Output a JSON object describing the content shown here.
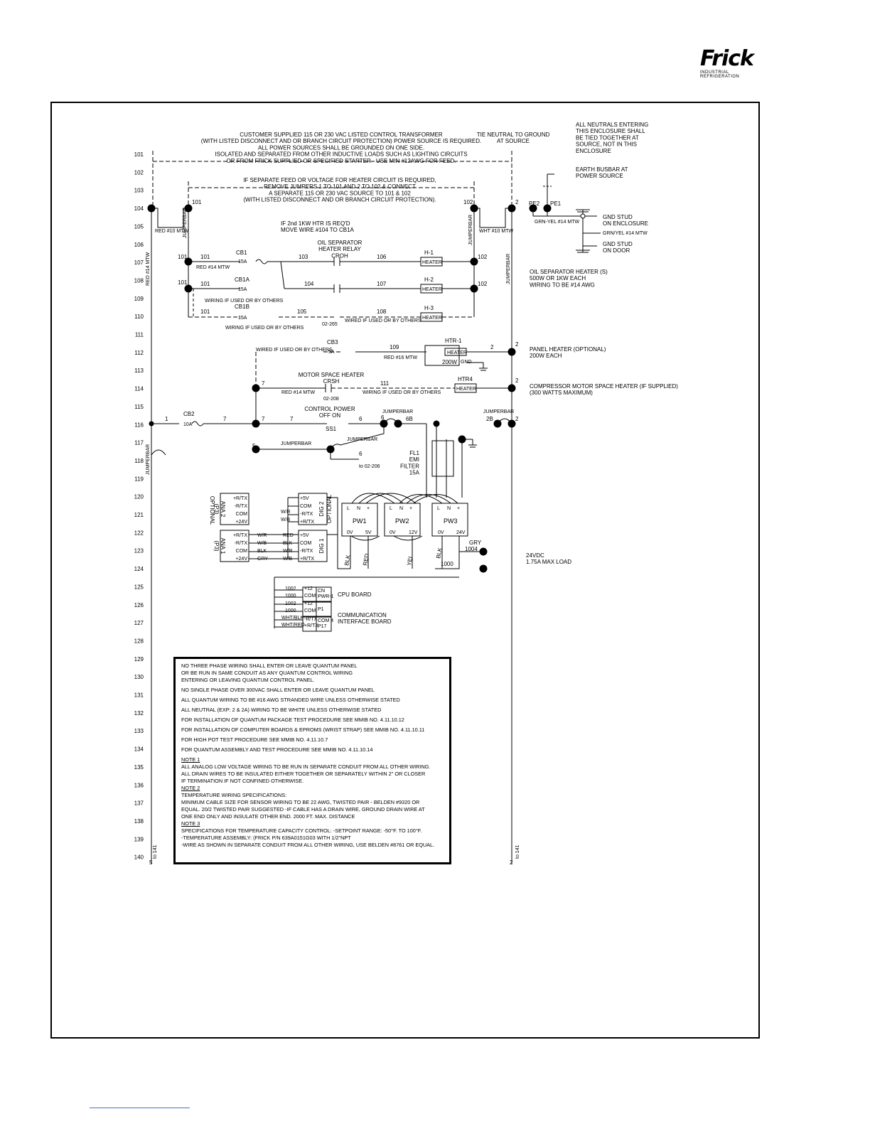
{
  "brand": {
    "name": "Frick",
    "tagline": "INDUSTRIAL REFRIGERATION"
  },
  "row_numbers": [
    "101",
    "102",
    "103",
    "104",
    "105",
    "106",
    "107",
    "108",
    "109",
    "110",
    "111",
    "112",
    "113",
    "114",
    "115",
    "116",
    "117",
    "118",
    "119",
    "120",
    "121",
    "122",
    "123",
    "124",
    "125",
    "126",
    "127",
    "128",
    "129",
    "130",
    "131",
    "132",
    "133",
    "134",
    "135",
    "136",
    "137",
    "138",
    "139",
    "140"
  ],
  "header_notes": {
    "customer_supplied": "CUSTOMER SUPPLIED 115 OR 230 VAC LISTED CONTROL TRANSFORMER\n(WITH LISTED DISCONNECT AND OR BRANCH CIRCUIT PROTECTION) POWER SOURCE IS REQUIRED.\nALL POWER SOURCES SHALL BE GROUNDED ON ONE SIDE.\nISOLATED AND SEPARATED FROM OTHER INDUCTIVE LOADS SUCH AS LIGHTING CIRCUITS\nOR FROM FRICK SUPPLIED OR SPECIFIED STARTER - USE MIN #12AWG FOR FEED.",
    "tie_neutral": "TIE NEUTRAL TO GROUND\nAT SOURCE",
    "all_neutrals": "ALL NEUTRALS ENTERING\nTHIS ENCLOSURE SHALL\nBE TIED TOGETHER AT\nSOURCE, NOT IN THIS\nENCLOSURE",
    "earth_busbar": "EARTH BUSBAR AT\nPOWER SOURCE",
    "separate_feed": "IF SEPARATE FEED OR VOLTAGE FOR HEATER CIRCUIT IS REQUIRED,\nREMOVE JUMPERS 1 TO 101 AND 2 TO 102 & CONNECT\nA SEPARATE 115 OR 230 VAC SOURCE TO 101 & 102\n(WITH LISTED DISCONNECT AND OR BRANCH CIRCUIT PROTECTION)."
  },
  "ground_labels": {
    "pe2": "PE2",
    "pe1": "PE1",
    "grn_yel": "GRN-YEL #14 MTW",
    "gnd_stud_enclosure": "GND STUD\nON ENCLOSURE",
    "grn_yel2": "GRN/YEL #14 MTW",
    "gnd_stud_door": "GND STUD\nON DOOR"
  },
  "wire_labels": {
    "red10": "RED #10 MTW",
    "wht10": "WHT #10 MTW",
    "red14": "RED #14 MTW",
    "red14v": "RED #14 MTW",
    "jumperbar": "JUMPERBAR",
    "red16": "RED #16 MTW",
    "wiring_others": "WIRING IF USED OR BY OTHERS",
    "wired_others": "WIRED IF USED OR BY OTHERS"
  },
  "heater_section": {
    "cb1a_note": "IF 2nd 1KW HTR IS REQ'D\nMOVE WIRE #104 TO CB1A",
    "oil_relay": "OIL SEPARATOR\nHEATER RELAY\nCROH",
    "cb1": "CB1",
    "cb1a": "CB1A",
    "cb1b": "CB1B",
    "amp15": "15A",
    "amp5": "5A",
    "amp10": "10A",
    "h1": "H-1",
    "h2": "H-2",
    "h3": "H-3",
    "heater": "HEATER",
    "oil_heaters": "OIL SEPARATOR HEATER (S)\n500W OR 1KW EACH\nWIRING TO BE #14 AWG",
    "ref_02_265": "02-265",
    "cb3": "CB3",
    "htr1": "HTR-1",
    "watt200": "200W",
    "gnd": "GND",
    "panel_heater": "PANEL HEATER (OPTIONAL)\n200W EACH",
    "motor_space": "MOTOR SPACE HEATER\nCRSH",
    "ref_02_208": "02-208",
    "htr4": "HTR4",
    "compressor_heater": "COMPRESSOR MOTOR SPACE HEATER (IF SUPPLIED)\n(300 WATTS MAXIMUM)"
  },
  "wire_numbers": {
    "w1": "1",
    "w2": "2",
    "w5": "5",
    "w6": "6",
    "w6b": "6B",
    "w7": "7",
    "w2b": "2B",
    "w101": "101",
    "w102": "102",
    "w103": "103",
    "w104": "104",
    "w105": "105",
    "w106": "106",
    "w107": "107",
    "w108": "108",
    "w109": "109",
    "w111": "111",
    "w1000": "1000",
    "w1002": "1002",
    "w1004": "1004"
  },
  "control_section": {
    "cb2": "CB2",
    "control_power": "CONTROL POWER\nOFF    ON",
    "ss1": "SS1",
    "to_02_206": "to 02-206",
    "fl1": "FL1\nEMI\nFILTER\n15A",
    "pw1": "PW1",
    "pw2": "PW2",
    "pw3": "PW3",
    "terms": [
      "L",
      "N",
      "+"
    ],
    "out_0v": "0V",
    "out_5v": "5V",
    "out_12v": "12V",
    "out_24v": "24V",
    "blk": "BLK",
    "red": "RED",
    "yel": "YEL",
    "gry": "GRY",
    "dc24": "24VDC\n1.75A MAX LOAD"
  },
  "io_boards": {
    "optional": "OPTIONAL",
    "ana2": "ANA 2\n(P3)",
    "ana1": "ANA 1\n(P3)",
    "dig2": "DIG 2",
    "dig1": "DIG 1",
    "ana_pins": [
      "+R/TX",
      "-R/TX",
      "COM",
      "+24V"
    ],
    "dig_pins": [
      "+5V",
      "COM",
      "-R/TX",
      "+R/TX"
    ],
    "cable_cols": [
      "W/R",
      "W/B",
      "BLK",
      "GRY"
    ],
    "cable_cols2": [
      "RED",
      "BLK",
      "W/R",
      "W/B"
    ]
  },
  "cpu_section": {
    "cpu_board": "CPU BOARD",
    "comm_board": "COMMUNICATION\nINTERFACE BOARD",
    "cn_pwr1": "CN\nPWR-1",
    "p1": "P1",
    "com4": "COM 4\nP17",
    "pins": [
      "+12",
      "COM"
    ],
    "wht_blk": "WHT/BLK",
    "wht_red": "WHT/RED",
    "rtx": [
      "-R/TX",
      "+R/TX"
    ]
  },
  "footer_refs": {
    "left": "to 141",
    "left_num": "5",
    "right": "to 141",
    "right_num": "2"
  },
  "notes_box": [
    "NO THREE PHASE WIRING SHALL ENTER OR LEAVE QUANTUM PANEL\nOR BE RUN IN SAME CONDUIT AS ANY QUANTUM CONTROL WIRING\nENTERING OR LEAVING QUANTUM CONTROL PANEL.",
    "NO SINGLE PHASE OVER 300VAC SHALL ENTER OR LEAVE QUANTUM PANEL",
    "ALL QUANTUM WIRING TO BE #16 AWG STRANDED WIRE UNLESS OTHERWISE STATED",
    "ALL NEUTRAL (EXP: 2 & 2A) WIRING TO BE WHITE UNLESS OTHERWISE STATED",
    "FOR INSTALLATION OF QUANTUM PACKAGE TEST PROCEDURE SEE MMIB NO. 4.11.10.12",
    "FOR INSTALLATION OF COMPUTER BOARDS & EPROMS (WRIST STRAP) SEE MMIB NO. 4.11.10.11",
    "FOR HIGH POT TEST PROCEDURE SEE MMIB NO. 4.11.10.7",
    "FOR QUANTUM ASSEMBLY AND TEST PROCEDURE SEE MMIB NO. 4.11.10.14"
  ],
  "notes_numbered": [
    {
      "title": "NOTE 1",
      "text": "ALL ANALOG LOW VOLTAGE WIRING TO BE RUN IN SEPARATE CONDUIT FROM ALL OTHER WIRING.\nALL DRAIN WIRES TO BE INSULATED EITHER TOGETHER OR SEPARATELY WITHIN 2\" OR CLOSER\nIF TERMINATION IF NOT CONFINED OTHERWISE."
    },
    {
      "title": "NOTE 2",
      "text": "TEMPERATURE WIRING SPECIFICATIONS:\nMINIMUM CABLE SIZE FOR SENSOR WIRING TO BE 22 AWG, TWISTED PAIR - BELDEN #9320 OR\nEQUAL. 20/2 TWISTED PAIR SUGGESTED -IF CABLE HAS A DRAIN WIRE, GROUND DRAIN WIRE AT\nONE END ONLY AND INSULATE OTHER END.  2000 FT. MAX. DISTANCE"
    },
    {
      "title": "NOTE 3",
      "text": "SPECIFICATIONS FOR TEMPERATURE CAPACITY CONTROL: -SETPOINT RANGE: -50°F. TO 100°F.\n-TEMPERATURE ASSEMBLY: (FRICK P/N 639A0151G03 WITH 1/2\"NPT\n-WIRE AS SHOWN IN SEPARATE CONDUIT FROM ALL OTHER WIRING, USE BELDEN #8761 OR EQUAL."
    }
  ]
}
